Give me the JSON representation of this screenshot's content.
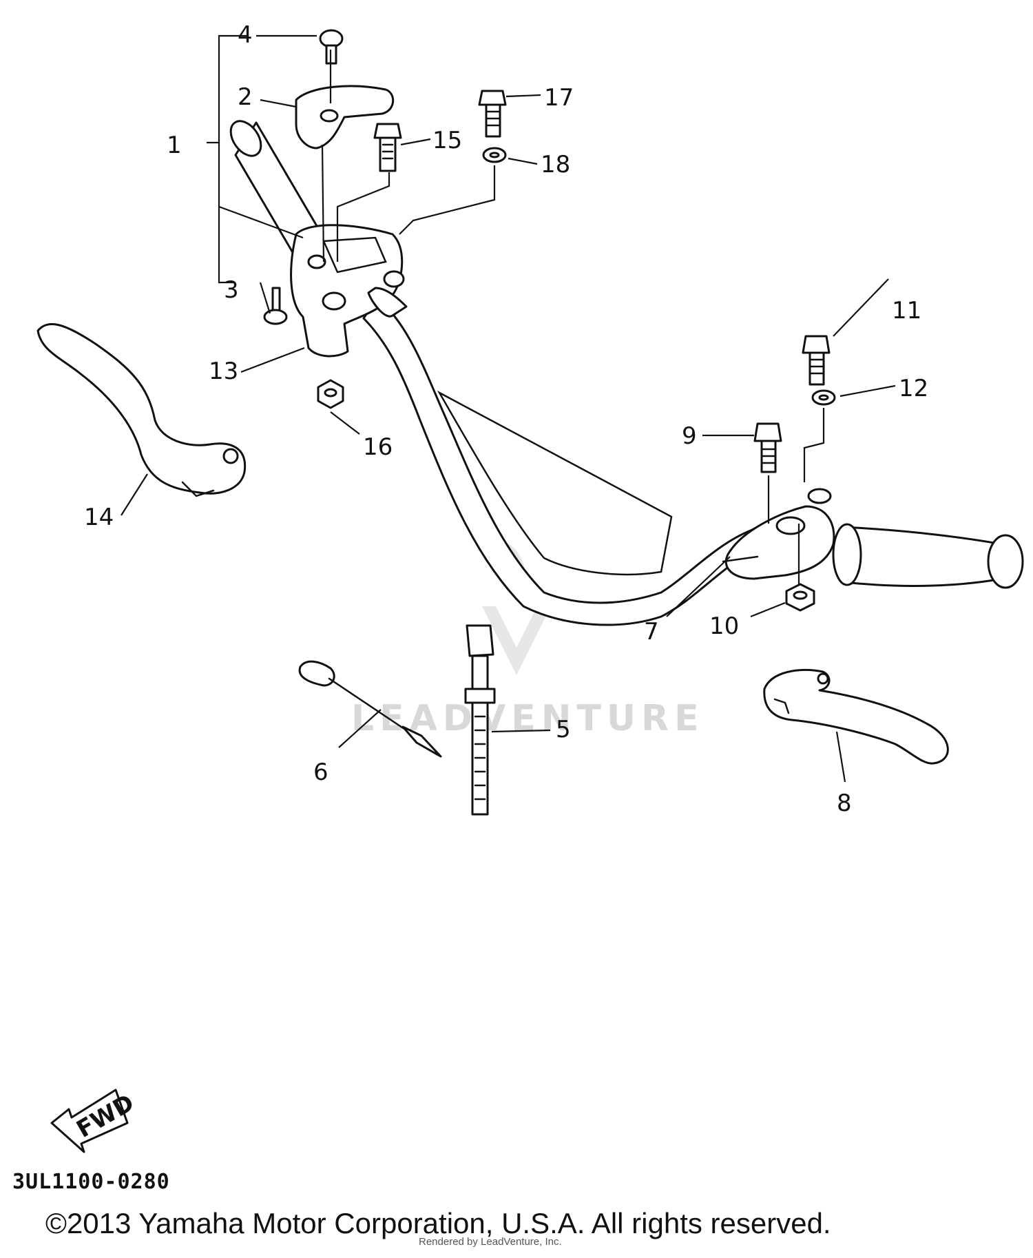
{
  "diagram": {
    "callouts": [
      {
        "id": "1",
        "label": "1"
      },
      {
        "id": "2",
        "label": "2"
      },
      {
        "id": "3",
        "label": "3"
      },
      {
        "id": "4",
        "label": "4"
      },
      {
        "id": "5",
        "label": "5"
      },
      {
        "id": "6",
        "label": "6"
      },
      {
        "id": "7",
        "label": "7"
      },
      {
        "id": "8",
        "label": "8"
      },
      {
        "id": "9",
        "label": "9"
      },
      {
        "id": "10",
        "label": "10"
      },
      {
        "id": "11",
        "label": "11"
      },
      {
        "id": "12",
        "label": "12"
      },
      {
        "id": "13",
        "label": "13"
      },
      {
        "id": "14",
        "label": "14"
      },
      {
        "id": "15",
        "label": "15"
      },
      {
        "id": "16",
        "label": "16"
      },
      {
        "id": "17",
        "label": "17"
      },
      {
        "id": "18",
        "label": "18"
      }
    ],
    "fwd_label": "FWD",
    "watermark": "LEADVENTURE",
    "diagram_code": "3UL1100-0280"
  },
  "footer": {
    "copyright": "©2013 Yamaha Motor Corporation, U.S.A. All rights reserved.",
    "rendered_by": "Rendered by LeadVenture, Inc."
  },
  "colors": {
    "line": "#111111",
    "background": "#ffffff",
    "watermark": "#d8d8d8"
  }
}
